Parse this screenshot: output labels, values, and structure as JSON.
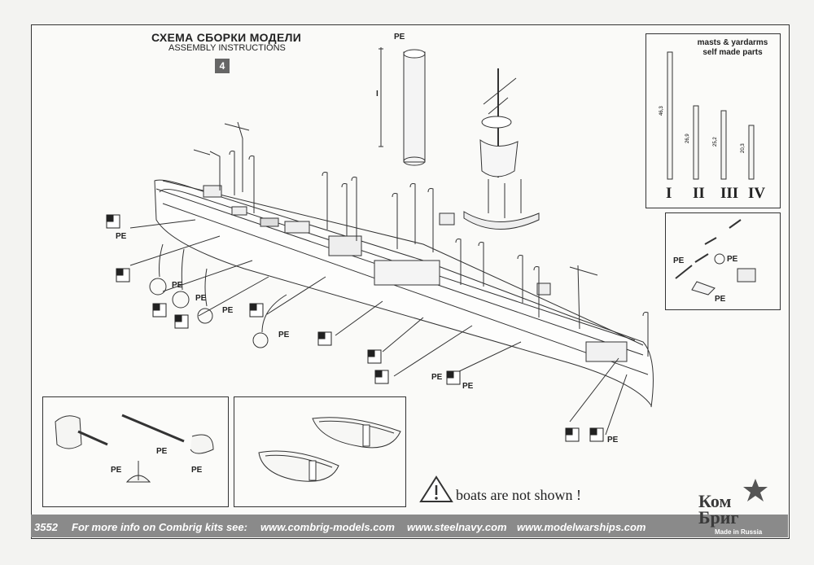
{
  "header": {
    "title_ru": "СХЕМА СБОРКИ МОДЕЛИ",
    "title_en": "ASSEMBLY INSTRUCTIONS",
    "step": "4"
  },
  "masts_panel": {
    "title_line1": "masts & yardarms",
    "title_line2": "self made parts",
    "parts": [
      {
        "label": "I",
        "length": "46,3"
      },
      {
        "label": "II",
        "length": "26,9"
      },
      {
        "label": "III",
        "length": "25,2"
      },
      {
        "label": "IV",
        "length": "20,3"
      }
    ]
  },
  "pe_label": "PE",
  "dimension_label": "I",
  "warning": "boats are not shown !",
  "footer": {
    "kit_number": "3552",
    "info": "For more info on Combrig kits see:",
    "site1": "www.combrig-models.com",
    "site2": "www.steelnavy.com",
    "site3": "www.modelwarships.com"
  },
  "brand": {
    "line1": "Ком",
    "line2": "Бриг",
    "made_in": "Made in Russia"
  },
  "colors": {
    "frame": "#333333",
    "footer_bg": "#8a8a8a",
    "step_bg": "#666666",
    "brand_star": "#555555"
  }
}
